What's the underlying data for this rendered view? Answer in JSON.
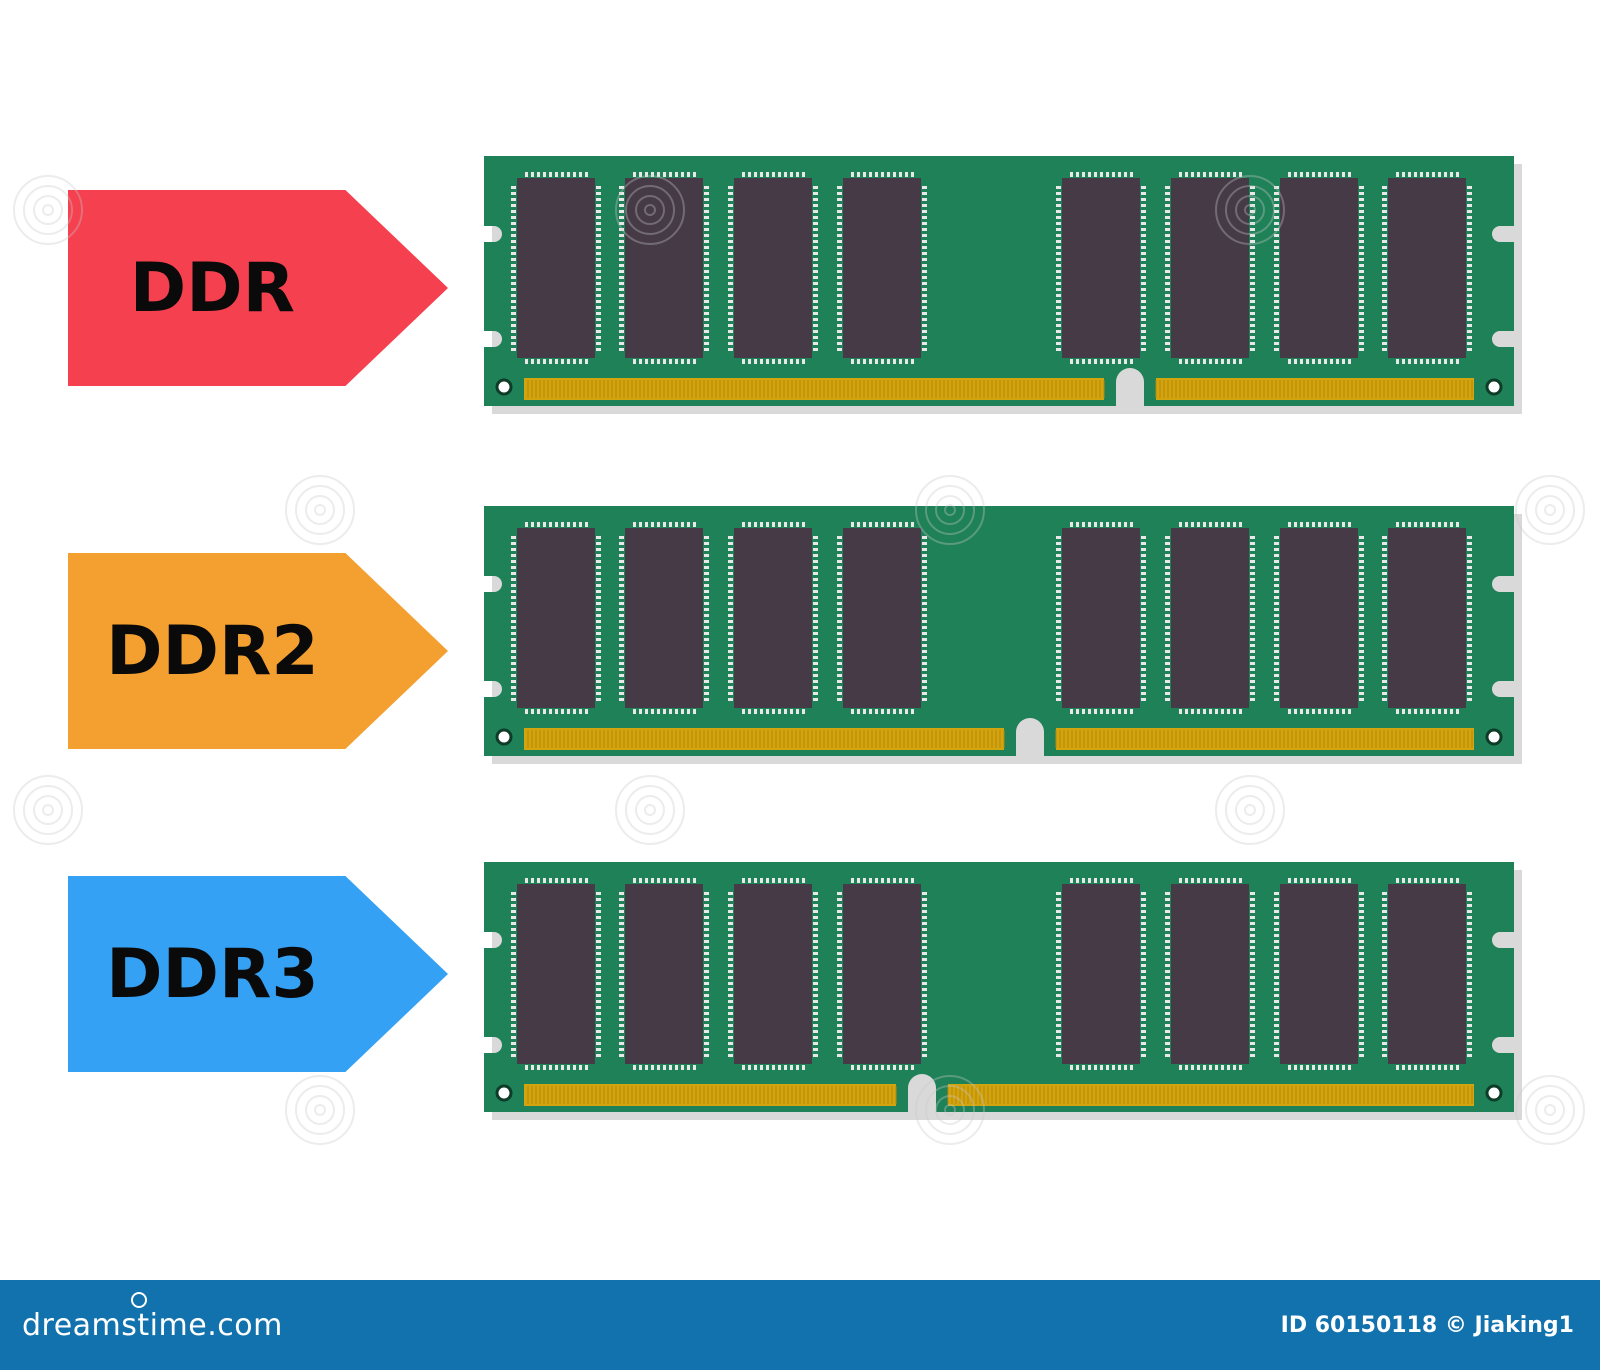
{
  "colors": {
    "ddr_tag": "#f4404f",
    "ddr2_tag": "#f4a031",
    "ddr3_tag": "#35a1f4",
    "pcb": "#1f8158",
    "chip": "#453a46",
    "contacts": "#d2a40e",
    "footer": "#1272ad"
  },
  "modules": [
    {
      "label": "DDR",
      "tag_color": "#f4404f",
      "notch_fraction": 0.627
    },
    {
      "label": "DDR2",
      "tag_color": "#f4a031",
      "notch_fraction": 0.53
    },
    {
      "label": "DDR3",
      "tag_color": "#35a1f4",
      "notch_fraction": 0.425
    }
  ],
  "footer": {
    "brand": "dreamstime.com",
    "credit": "ID 60150118 © Jiaking1"
  }
}
